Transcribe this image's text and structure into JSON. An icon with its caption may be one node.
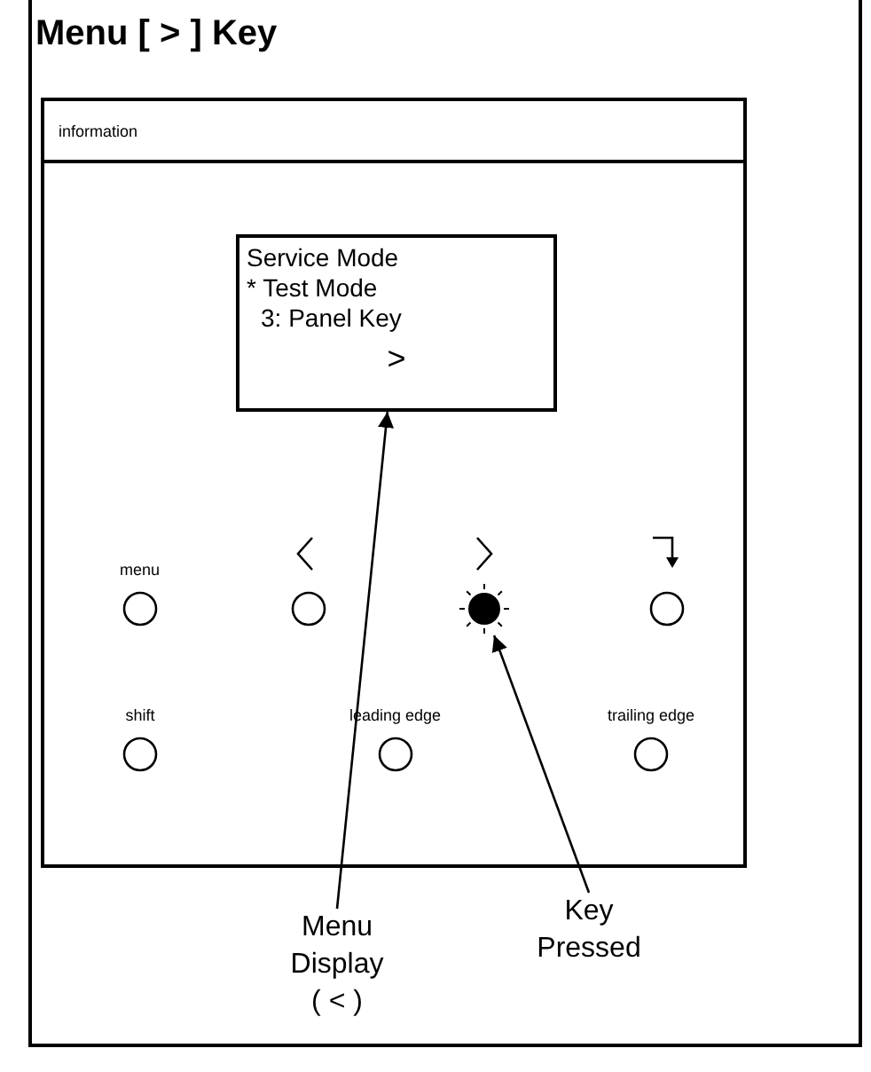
{
  "diagram": {
    "title": "Menu [ > ] Key",
    "nodes": [
      {
        "text": [
          "information"
        ]
      },
      {
        "text": [
          "Service Mode",
          "* Test Mode",
          "3: Panel Key",
          ">"
        ],
        "in": 0
      },
      {
        "text": [
          "menu"
        ],
        "in": 0
      },
      {
        "text": [],
        "shape": "circle",
        "in": 0
      },
      {
        "text": [],
        "shape": "circle",
        "in": 0
      },
      {
        "text": [],
        "shape": "circle",
        "in": 0
      },
      {
        "text": [
          "shift"
        ],
        "in": 0
      },
      {
        "text": [
          "leading edge"
        ],
        "in": 0
      },
      {
        "text": [
          "trailing edge"
        ],
        "in": 0
      },
      {
        "text": [
          "Menu Display ( < )"
        ]
      },
      {
        "text": [
          "Key Pressed"
        ]
      }
    ],
    "edges": [
      {
        "from": 9,
        "to": 1,
        "arrow": "to"
      },
      {
        "from": 10,
        "to": 4,
        "arrow": "to"
      }
    ]
  }
}
